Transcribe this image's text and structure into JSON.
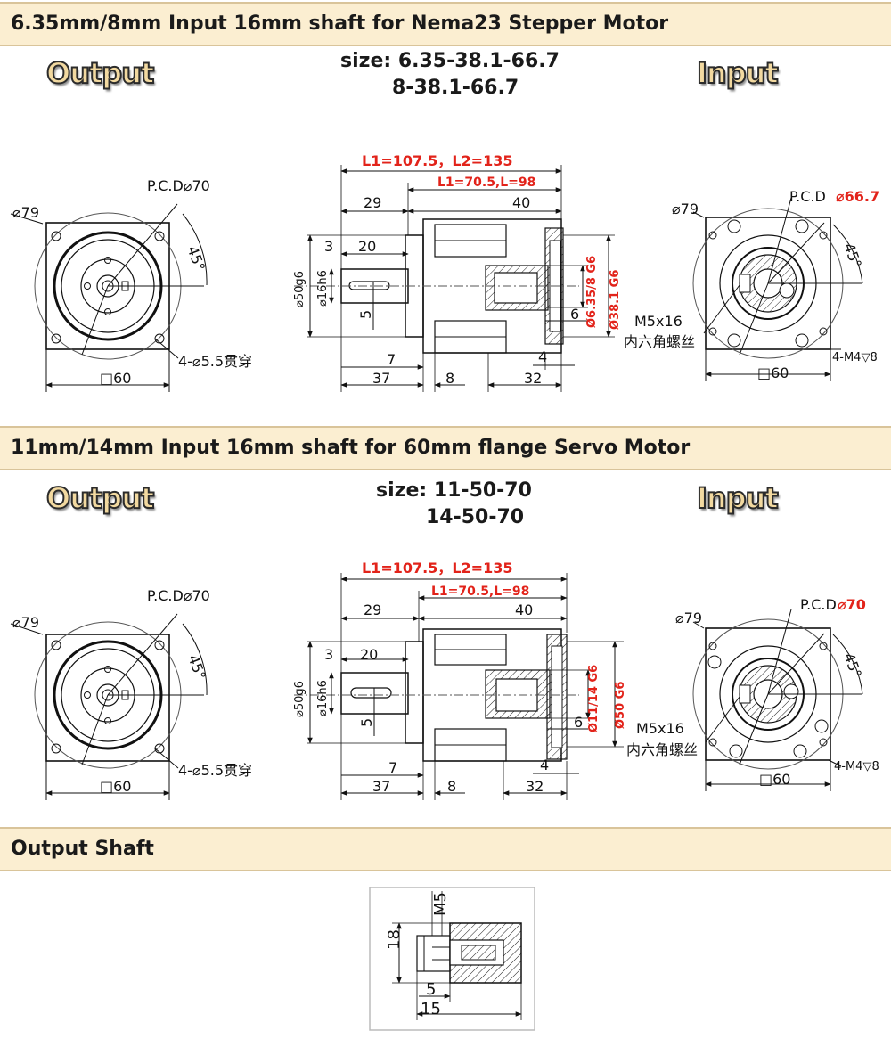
{
  "section1": {
    "title": "6.35mm/8mm Input 16mm shaft for Nema23 Stepper Motor",
    "output_label": "Output",
    "input_label": "Input",
    "size_line1": "size: 6.35-38.1-66.7",
    "size_line2": "8-38.1-66.7",
    "left_view": {
      "dia": "⌀79",
      "pcd": "P.C.D⌀70",
      "angle": "45°",
      "holes": "4-⌀5.5贯穿",
      "square": "□60"
    },
    "side_view": {
      "l_total": "L1=107.5，L2=135",
      "l_inner": "L1=70.5,L=98",
      "d29": "29",
      "d40": "40",
      "d3": "3",
      "d20": "20",
      "d50": "⌀50g6",
      "d16": "⌀16h6",
      "d5": "5",
      "d6": "6",
      "d7": "7",
      "d4": "4",
      "d37": "37",
      "d8": "8",
      "d32": "32",
      "bore": "Ø6.35/8 G6",
      "pilot": "Ø38.1 G6"
    },
    "right_view": {
      "dia": "⌀79",
      "pcd_prefix": "P.C.D ",
      "pcd_value": "⌀66.7",
      "angle": "45°",
      "screw": "M5x16",
      "screw_cn": "内六角螺丝",
      "thread": "4-M4▽8",
      "square": "□60"
    }
  },
  "section2": {
    "title": "11mm/14mm Input 16mm shaft for 60mm flange Servo Motor",
    "output_label": "Output",
    "input_label": "Input",
    "size_line1": "size: 11-50-70",
    "size_line2": "14-50-70",
    "left_view": {
      "dia": "⌀79",
      "pcd": "P.C.D⌀70",
      "angle": "45°",
      "holes": "4-⌀5.5贯穿",
      "square": "□60"
    },
    "side_view": {
      "l_total": "L1=107.5，L2=135",
      "l_inner": "L1=70.5,L=98",
      "d29": "29",
      "d40": "40",
      "d3": "3",
      "d20": "20",
      "d50": "⌀50g6",
      "d16": "⌀16h6",
      "d5": "5",
      "d6": "6",
      "d7": "7",
      "d4": "4",
      "d37": "37",
      "d8": "8",
      "d32": "32",
      "bore": "Ø11/14 G6",
      "pilot": "Ø50 G6"
    },
    "right_view": {
      "dia": "⌀79",
      "pcd_prefix": "P.C.D ",
      "pcd_value": "⌀70",
      "angle": "45°",
      "screw": "M5x16",
      "screw_cn": "内六角螺丝",
      "thread": "4-M4▽8",
      "square": "□60"
    }
  },
  "section3": {
    "title": "Output Shaft",
    "m5": "M5",
    "d18": "18",
    "d5": "5",
    "d15": "15"
  },
  "colors": {
    "banner_bg": "#fbeed1",
    "accent_red": "#e2231a",
    "badge_fill": "#f2d9a0"
  }
}
